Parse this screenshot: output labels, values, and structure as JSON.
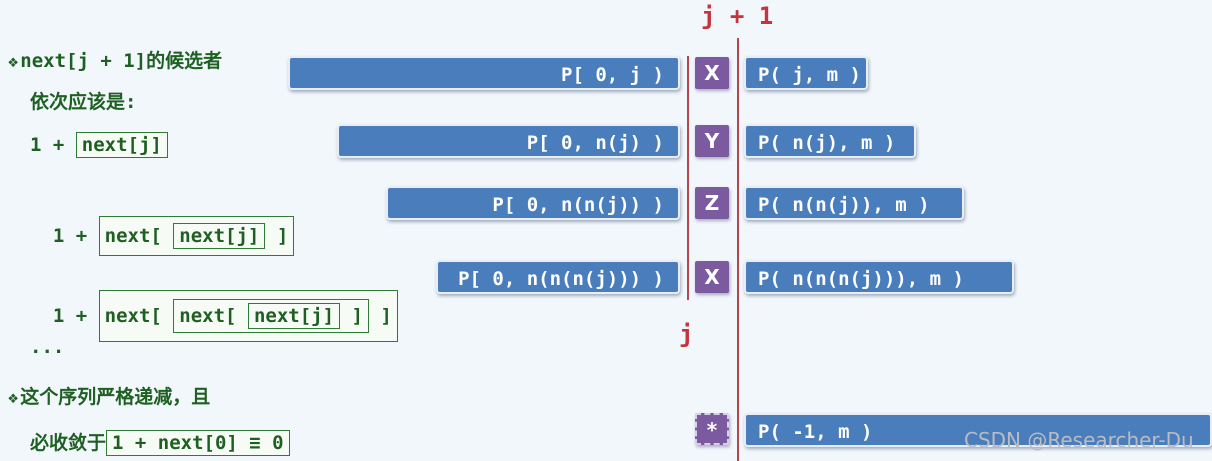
{
  "top_label": "j + 1",
  "bottom_label": "j",
  "left_panel": {
    "heading": "next[j + 1]的候选者",
    "subheading": "依次应该是:",
    "bullet_glyph": "❖",
    "cand1": {
      "prefix": "1 + ",
      "inner": "next[j]"
    },
    "cand2": {
      "prefix": "1 + ",
      "open": "next[ ",
      "inner": "next[j]",
      "close": " ]"
    },
    "cand3": {
      "prefix": "1 + ",
      "open": "next[ ",
      "mid_open": "next[ ",
      "inner": "next[j]",
      "mid_close": " ]",
      "close": " ]"
    },
    "ellipsis": "...",
    "heading2": "这个序列严格递减，且",
    "conclusion_prefix": "必收敛于",
    "conclusion_box": "1 + next[0] ≡ 0"
  },
  "rows": [
    {
      "left": "P[ 0, j )",
      "tag": "X",
      "right": "P( j, m )"
    },
    {
      "left": "P[ 0, n(j) )",
      "tag": "Y",
      "right": "P( n(j), m )"
    },
    {
      "left": "P[ 0, n(n(j)) )",
      "tag": "Z",
      "right": "P( n(n(j)), m )"
    },
    {
      "left": "P[ 0, n(n(n(j))) )",
      "tag": "X",
      "right": "P( n(n(n(j))), m )"
    }
  ],
  "last_row": {
    "tag": "*",
    "right": "P( -1, m )"
  },
  "watermark": "CSDN @Researcher-Du",
  "colors": {
    "bar": "#4a7dbb",
    "tag": "#7b5aa0",
    "line": "#b2474d",
    "text_green": "#1e5f22",
    "label_red": "#c4343d"
  }
}
